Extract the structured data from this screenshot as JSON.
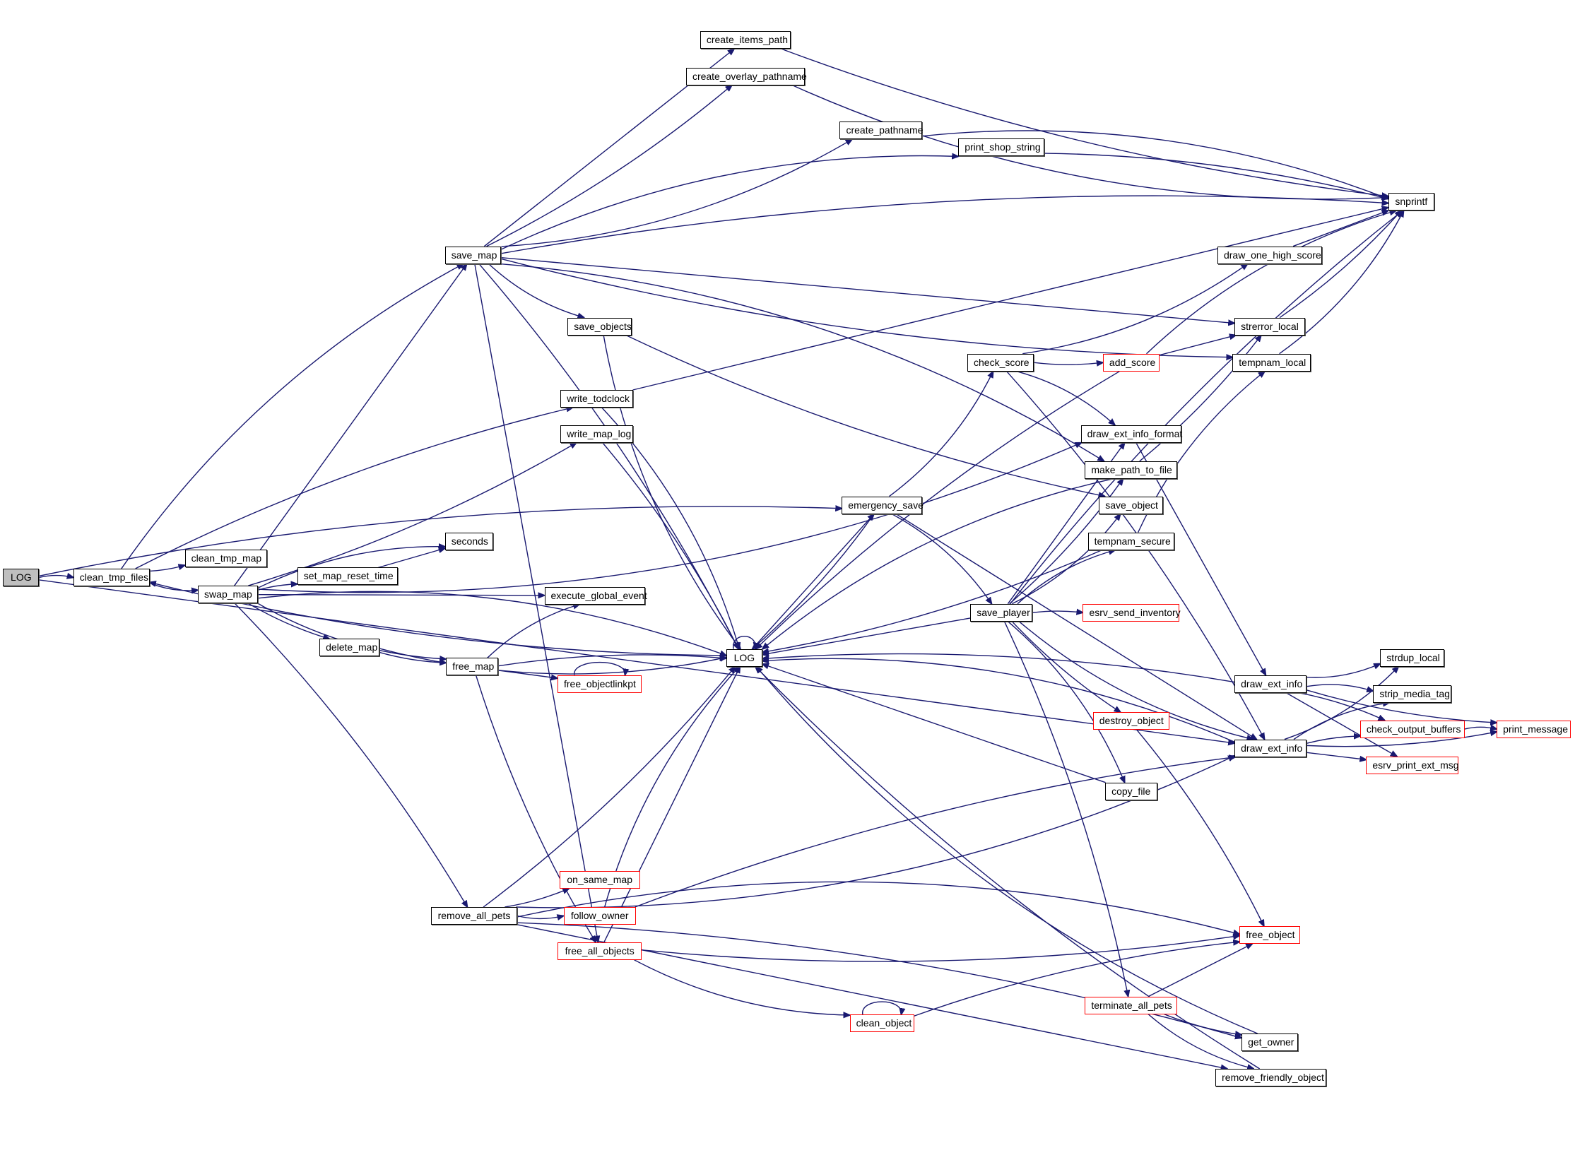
{
  "diagram": {
    "type": "call-graph",
    "edge_color": "#191970",
    "node_border_default": "#000000",
    "node_border_external": "#ff0000",
    "root_fill": "#bfbfbf"
  },
  "nodes": [
    {
      "id": "LOG_root",
      "label": "LOG",
      "style": "root"
    },
    {
      "id": "clean_tmp_files",
      "label": "clean_tmp_files",
      "style": "black"
    },
    {
      "id": "clean_tmp_map",
      "label": "clean_tmp_map",
      "style": "black"
    },
    {
      "id": "swap_map",
      "label": "swap_map",
      "style": "black"
    },
    {
      "id": "save_map",
      "label": "save_map",
      "style": "black"
    },
    {
      "id": "create_items_path",
      "label": "create_items_path",
      "style": "black"
    },
    {
      "id": "create_overlay_pathname",
      "label": "create_overlay_pathname",
      "style": "black"
    },
    {
      "id": "create_pathname",
      "label": "create_pathname",
      "style": "black"
    },
    {
      "id": "print_shop_string",
      "label": "print_shop_string",
      "style": "black"
    },
    {
      "id": "snprintf",
      "label": "snprintf",
      "style": "black"
    },
    {
      "id": "draw_one_high_score",
      "label": "draw_one_high_score",
      "style": "black"
    },
    {
      "id": "strerror_local",
      "label": "strerror_local",
      "style": "black"
    },
    {
      "id": "tempnam_local",
      "label": "tempnam_local",
      "style": "black"
    },
    {
      "id": "save_objects",
      "label": "save_objects",
      "style": "black"
    },
    {
      "id": "check_score",
      "label": "check_score",
      "style": "black"
    },
    {
      "id": "add_score",
      "label": "add_score",
      "style": "red"
    },
    {
      "id": "write_todclock",
      "label": "write_todclock",
      "style": "black"
    },
    {
      "id": "write_map_log",
      "label": "write_map_log",
      "style": "black"
    },
    {
      "id": "draw_ext_info_format",
      "label": "draw_ext_info_format",
      "style": "black"
    },
    {
      "id": "make_path_to_file",
      "label": "make_path_to_file",
      "style": "black"
    },
    {
      "id": "emergency_save",
      "label": "emergency_save",
      "style": "black"
    },
    {
      "id": "save_object",
      "label": "save_object",
      "style": "black"
    },
    {
      "id": "seconds",
      "label": "seconds",
      "style": "black"
    },
    {
      "id": "tempnam_secure",
      "label": "tempnam_secure",
      "style": "black"
    },
    {
      "id": "set_map_reset_time",
      "label": "set_map_reset_time",
      "style": "black"
    },
    {
      "id": "execute_global_event",
      "label": "execute_global_event",
      "style": "black"
    },
    {
      "id": "save_player",
      "label": "save_player",
      "style": "black"
    },
    {
      "id": "esrv_send_inventory",
      "label": "esrv_send_inventory",
      "style": "red"
    },
    {
      "id": "delete_map",
      "label": "delete_map",
      "style": "black"
    },
    {
      "id": "LOG",
      "label": "LOG",
      "style": "black"
    },
    {
      "id": "free_map",
      "label": "free_map",
      "style": "black"
    },
    {
      "id": "free_objectlinkpt",
      "label": "free_objectlinkpt",
      "style": "red"
    },
    {
      "id": "strdup_local",
      "label": "strdup_local",
      "style": "black"
    },
    {
      "id": "draw_ext_info_1",
      "label": "draw_ext_info",
      "style": "black"
    },
    {
      "id": "strip_media_tag",
      "label": "strip_media_tag",
      "style": "black"
    },
    {
      "id": "destroy_object",
      "label": "destroy_object",
      "style": "red"
    },
    {
      "id": "check_output_buffers",
      "label": "check_output_buffers",
      "style": "red"
    },
    {
      "id": "print_message",
      "label": "print_message",
      "style": "red"
    },
    {
      "id": "draw_ext_info_2",
      "label": "draw_ext_info",
      "style": "black"
    },
    {
      "id": "esrv_print_ext_msg",
      "label": "esrv_print_ext_msg",
      "style": "red"
    },
    {
      "id": "copy_file",
      "label": "copy_file",
      "style": "black"
    },
    {
      "id": "on_same_map",
      "label": "on_same_map",
      "style": "red"
    },
    {
      "id": "remove_all_pets",
      "label": "remove_all_pets",
      "style": "black"
    },
    {
      "id": "follow_owner",
      "label": "follow_owner",
      "style": "red"
    },
    {
      "id": "free_all_objects",
      "label": "free_all_objects",
      "style": "red"
    },
    {
      "id": "free_object",
      "label": "free_object",
      "style": "red"
    },
    {
      "id": "terminate_all_pets",
      "label": "terminate_all_pets",
      "style": "red"
    },
    {
      "id": "clean_object",
      "label": "clean_object",
      "style": "red"
    },
    {
      "id": "get_owner",
      "label": "get_owner",
      "style": "black"
    },
    {
      "id": "remove_friendly_object",
      "label": "remove_friendly_object",
      "style": "black"
    }
  ],
  "edges": [
    [
      "LOG_root",
      "clean_tmp_files"
    ],
    [
      "LOG_root",
      "emergency_save"
    ],
    [
      "LOG_root",
      "draw_ext_info_2"
    ],
    [
      "clean_tmp_files",
      "clean_tmp_map"
    ],
    [
      "clean_tmp_files",
      "swap_map"
    ],
    [
      "clean_tmp_files",
      "save_map"
    ],
    [
      "clean_tmp_files",
      "write_todclock"
    ],
    [
      "save_map",
      "create_items_path"
    ],
    [
      "save_map",
      "create_overlay_pathname"
    ],
    [
      "save_map",
      "create_pathname"
    ],
    [
      "save_map",
      "print_shop_string"
    ],
    [
      "save_map",
      "snprintf"
    ],
    [
      "save_map",
      "strerror_local"
    ],
    [
      "save_map",
      "tempnam_local"
    ],
    [
      "save_map",
      "save_objects"
    ],
    [
      "save_map",
      "make_path_to_file"
    ],
    [
      "save_map",
      "LOG"
    ],
    [
      "save_map",
      "free_all_objects"
    ],
    [
      "create_items_path",
      "snprintf"
    ],
    [
      "create_overlay_pathname",
      "snprintf"
    ],
    [
      "create_pathname",
      "snprintf"
    ],
    [
      "print_shop_string",
      "snprintf"
    ],
    [
      "draw_one_high_score",
      "snprintf"
    ],
    [
      "strerror_local",
      "snprintf"
    ],
    [
      "tempnam_local",
      "snprintf"
    ],
    [
      "add_score",
      "snprintf"
    ],
    [
      "save_player",
      "snprintf"
    ],
    [
      "write_todclock",
      "snprintf"
    ],
    [
      "save_objects",
      "save_object"
    ],
    [
      "save_objects",
      "LOG"
    ],
    [
      "write_todclock",
      "LOG"
    ],
    [
      "write_map_log",
      "LOG"
    ],
    [
      "swap_map",
      "save_map"
    ],
    [
      "swap_map",
      "write_map_log"
    ],
    [
      "swap_map",
      "draw_ext_info_format"
    ],
    [
      "swap_map",
      "seconds"
    ],
    [
      "swap_map",
      "set_map_reset_time"
    ],
    [
      "swap_map",
      "execute_global_event"
    ],
    [
      "swap_map",
      "delete_map"
    ],
    [
      "swap_map",
      "free_map"
    ],
    [
      "swap_map",
      "LOG"
    ],
    [
      "swap_map",
      "remove_all_pets"
    ],
    [
      "set_map_reset_time",
      "seconds"
    ],
    [
      "delete_map",
      "free_map"
    ],
    [
      "delete_map",
      "LOG"
    ],
    [
      "free_map",
      "execute_global_event"
    ],
    [
      "free_map",
      "LOG"
    ],
    [
      "free_map",
      "free_objectlinkpt"
    ],
    [
      "free_map",
      "free_all_objects"
    ],
    [
      "free_objectlinkpt",
      "free_objectlinkpt"
    ],
    [
      "LOG",
      "LOG"
    ],
    [
      "LOG",
      "clean_tmp_files"
    ],
    [
      "LOG",
      "emergency_save"
    ],
    [
      "check_score",
      "add_score"
    ],
    [
      "check_score",
      "draw_one_high_score"
    ],
    [
      "check_score",
      "draw_ext_info_format"
    ],
    [
      "check_score",
      "draw_ext_info_2"
    ],
    [
      "add_score",
      "strerror_local"
    ],
    [
      "add_score",
      "LOG"
    ],
    [
      "emergency_save",
      "check_score"
    ],
    [
      "emergency_save",
      "save_player"
    ],
    [
      "emergency_save",
      "LOG"
    ],
    [
      "emergency_save",
      "draw_ext_info_2"
    ],
    [
      "make_path_to_file",
      "strerror_local"
    ],
    [
      "make_path_to_file",
      "LOG"
    ],
    [
      "tempnam_secure",
      "tempnam_local"
    ],
    [
      "tempnam_secure",
      "LOG"
    ],
    [
      "save_player",
      "draw_ext_info_format"
    ],
    [
      "save_player",
      "make_path_to_file"
    ],
    [
      "save_player",
      "save_object"
    ],
    [
      "save_player",
      "tempnam_secure"
    ],
    [
      "save_player",
      "esrv_send_inventory"
    ],
    [
      "save_player",
      "LOG"
    ],
    [
      "save_player",
      "destroy_object"
    ],
    [
      "save_player",
      "draw_ext_info_2"
    ],
    [
      "save_player",
      "copy_file"
    ],
    [
      "save_player",
      "terminate_all_pets"
    ],
    [
      "draw_ext_info_format",
      "draw_ext_info_1"
    ],
    [
      "draw_ext_info_1",
      "LOG"
    ],
    [
      "draw_ext_info_1",
      "strdup_local"
    ],
    [
      "draw_ext_info_1",
      "strip_media_tag"
    ],
    [
      "draw_ext_info_1",
      "check_output_buffers"
    ],
    [
      "draw_ext_info_1",
      "esrv_print_ext_msg"
    ],
    [
      "draw_ext_info_1",
      "print_message"
    ],
    [
      "draw_ext_info_2",
      "strdup_local"
    ],
    [
      "draw_ext_info_2",
      "strip_media_tag"
    ],
    [
      "draw_ext_info_2",
      "check_output_buffers"
    ],
    [
      "draw_ext_info_2",
      "esrv_print_ext_msg"
    ],
    [
      "draw_ext_info_2",
      "print_message"
    ],
    [
      "draw_ext_info_2",
      "LOG"
    ],
    [
      "check_output_buffers",
      "print_message"
    ],
    [
      "destroy_object",
      "free_object"
    ],
    [
      "copy_file",
      "LOG"
    ],
    [
      "remove_all_pets",
      "on_same_map"
    ],
    [
      "remove_all_pets",
      "follow_owner"
    ],
    [
      "remove_all_pets",
      "free_object"
    ],
    [
      "remove_all_pets",
      "get_owner"
    ],
    [
      "remove_all_pets",
      "remove_friendly_object"
    ],
    [
      "remove_all_pets",
      "LOG"
    ],
    [
      "remove_all_pets",
      "draw_ext_info_2"
    ],
    [
      "follow_owner",
      "LOG"
    ],
    [
      "follow_owner",
      "draw_ext_info_2"
    ],
    [
      "free_all_objects",
      "LOG"
    ],
    [
      "free_all_objects",
      "free_object"
    ],
    [
      "free_all_objects",
      "clean_object"
    ],
    [
      "clean_object",
      "clean_object"
    ],
    [
      "clean_object",
      "free_object"
    ],
    [
      "terminate_all_pets",
      "free_object"
    ],
    [
      "terminate_all_pets",
      "get_owner"
    ],
    [
      "terminate_all_pets",
      "remove_friendly_object"
    ],
    [
      "get_owner",
      "LOG"
    ],
    [
      "remove_friendly_object",
      "LOG"
    ]
  ]
}
